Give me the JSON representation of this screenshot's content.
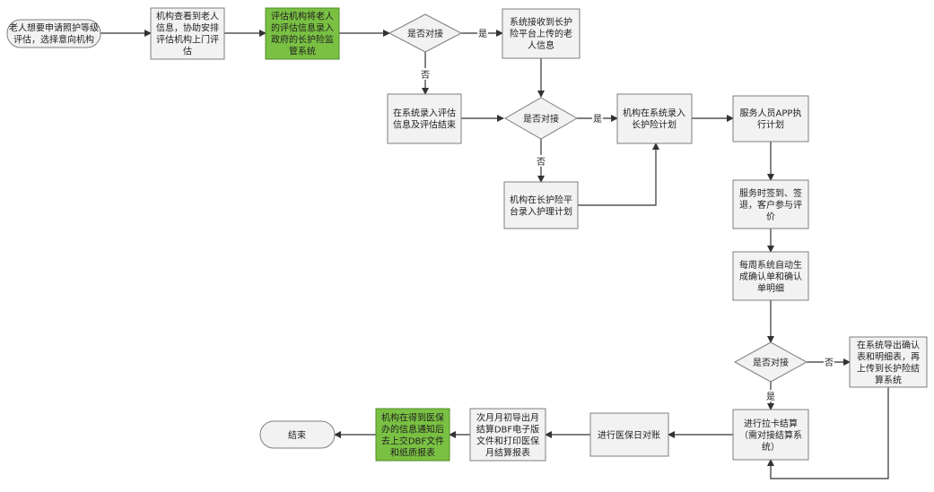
{
  "colors": {
    "box_fill": "#f2f2f2",
    "box_stroke": "#7f7f7f",
    "highlight_fill": "#7ac143",
    "highlight_stroke": "#4f8a25",
    "edge": "#333333"
  },
  "nodes": {
    "start": [
      "老人想要申请照护等级",
      "评估，选择意向机构"
    ],
    "institution_check": [
      "机构查看到老人",
      "信息，协助安排",
      "评估机构上门评",
      "估"
    ],
    "assessor_input": [
      "评估机构将老人",
      "的评估信息录入",
      "政府的长护险监",
      "管系统"
    ],
    "decision_1": [
      "是否对接"
    ],
    "system_receive": [
      "系统接收到长护",
      "险平台上传的老",
      "人信息"
    ],
    "manual_assess_input": [
      "在系统录入评估",
      "信息及评估结束"
    ],
    "decision_2": [
      "是否对接"
    ],
    "institution_plan_input": [
      "机构在系统录入",
      "长护险计划"
    ],
    "staff_app": [
      "服务人员APP执",
      "行计划"
    ],
    "platform_plan_input": [
      "机构在长护险平",
      "台录入护理计划"
    ],
    "checkin": [
      "服务时签到、签",
      "退，客户参与评",
      "价"
    ],
    "weekly_report": [
      "每周系统自动生",
      "成确认单和确认",
      "单明细"
    ],
    "decision_3": [
      "是否对接"
    ],
    "export_upload": [
      "在系统导出确认",
      "表和明细表，再",
      "上传到长护险结",
      "算系统"
    ],
    "card_settle": [
      "进行拉卡结算",
      "（需对接结算系",
      "统）"
    ],
    "daily_reconcile": [
      "进行医保日对账"
    ],
    "monthly_export": [
      "次月月初导出月",
      "结算DBF电子版",
      "文件和打印医保",
      "月结算报表"
    ],
    "submit_dbf": [
      "机构在得到医保",
      "办的信息通知后",
      "去上交DBF文件",
      "和纸质报表"
    ],
    "end": [
      "结束"
    ]
  },
  "edge_labels": {
    "d1_yes": "是",
    "d1_no": "否",
    "d2_yes": "是",
    "d2_no": "否",
    "d3_yes": "是",
    "d3_no": "否"
  }
}
